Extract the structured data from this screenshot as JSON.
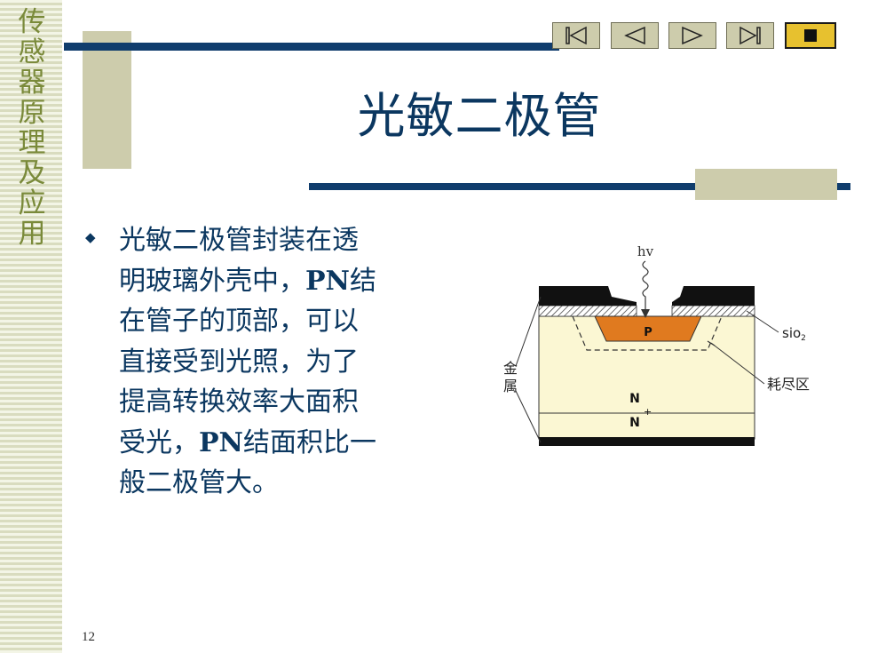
{
  "sidebar": {
    "vertical_title": [
      "传",
      "感",
      "器",
      "原",
      "理",
      "及",
      "应",
      "用"
    ]
  },
  "nav": {
    "first_icon": "skip-to-first-icon",
    "prev_icon": "previous-icon",
    "next_icon": "next-icon",
    "last_icon": "skip-to-last-icon",
    "stop_icon": "stop-icon"
  },
  "slide": {
    "title": "光敏二极管",
    "body_lines": [
      "光敏二极管封装在透",
      "明玻璃外壳中，",
      "PN",
      "结",
      "在管子的顶部，可以",
      "直接受到光照，为了",
      "提高转换效率大面积",
      "受光，",
      "PN",
      "结面积比一",
      "般二极管大。"
    ],
    "page_number": "12"
  },
  "diagram": {
    "light_label": "hv",
    "p_label": "P",
    "n_label": "N",
    "n_plus_label": "N",
    "plus_sign": "+",
    "sio2_label": "sio",
    "sio2_sub": "2",
    "depletion_label": "耗尽区",
    "metal_label_1": "金",
    "metal_label_2": "属"
  },
  "colors": {
    "navy": "#103d6d",
    "khaki": "#cdccac",
    "p_region": "#e07a1f",
    "substrate": "#fbf7d3"
  }
}
